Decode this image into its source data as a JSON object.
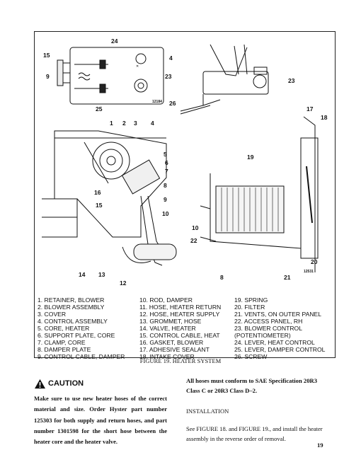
{
  "figure": {
    "callouts": [
      "1",
      "2",
      "3",
      "4",
      "5",
      "6",
      "7",
      "8",
      "9",
      "10",
      "12",
      "13",
      "14",
      "15",
      "16",
      "17",
      "18",
      "19",
      "20",
      "21",
      "22",
      "23",
      "24",
      "25",
      "26"
    ],
    "ref_numbers": [
      "12184",
      "12531"
    ],
    "legend_col1": [
      "1. RETAINER, BLOWER",
      "2. BLOWER ASSEMBLY",
      "3. COVER",
      "4. CONTROL ASSEMBLY",
      "5. CORE, HEATER",
      "6. SUPPORT PLATE, CORE",
      "7. CLAMP, CORE",
      "8. DAMPER PLATE",
      "9. CONTROL CABLE, DAMPER"
    ],
    "legend_col2": [
      "10. ROD, DAMPER",
      "11. HOSE, HEATER RETURN",
      "12. HOSE, HEATER SUPPLY",
      "13. GROMMET, HOSE",
      "14. VALVE, HEATER",
      "15. CONTROL CABLE, HEAT",
      "16. GASKET, BLOWER",
      "17. ADHESIVE SEALANT",
      "18. INTAKE COVER"
    ],
    "legend_col3": [
      "19. SPRING",
      "20. FILTER",
      "21. VENTS, ON OUTER PANEL",
      "22. ACCESS PANEL, RH",
      "23. BLOWER CONTROL",
      "(POTENTIOMETER)",
      "24. LEVER, HEAT CONTROL",
      "25. LEVER, DAMPER CONTROL",
      "26. SCREW"
    ],
    "caption": "FIGURE 19. HEATER SYSTEM"
  },
  "caution": {
    "title": "CAUTION",
    "icon": "warning-triangle-icon",
    "text": "Make sure to use new heater hoses of the correct material and size. Order Hyster part number 125303 for both supply and return hoses, and part number 1301598 for the short hose between the heater core and the heater valve."
  },
  "right": {
    "spec_note": "All hoses must conform to SAE Specification 20R3 Class C or 20R3 Class D–2.",
    "heading": "INSTALLATION",
    "text": "See FIGURE 18. and FIGURE 19., and install the heater assembly in the reverse order of removal."
  },
  "page_number": "19"
}
